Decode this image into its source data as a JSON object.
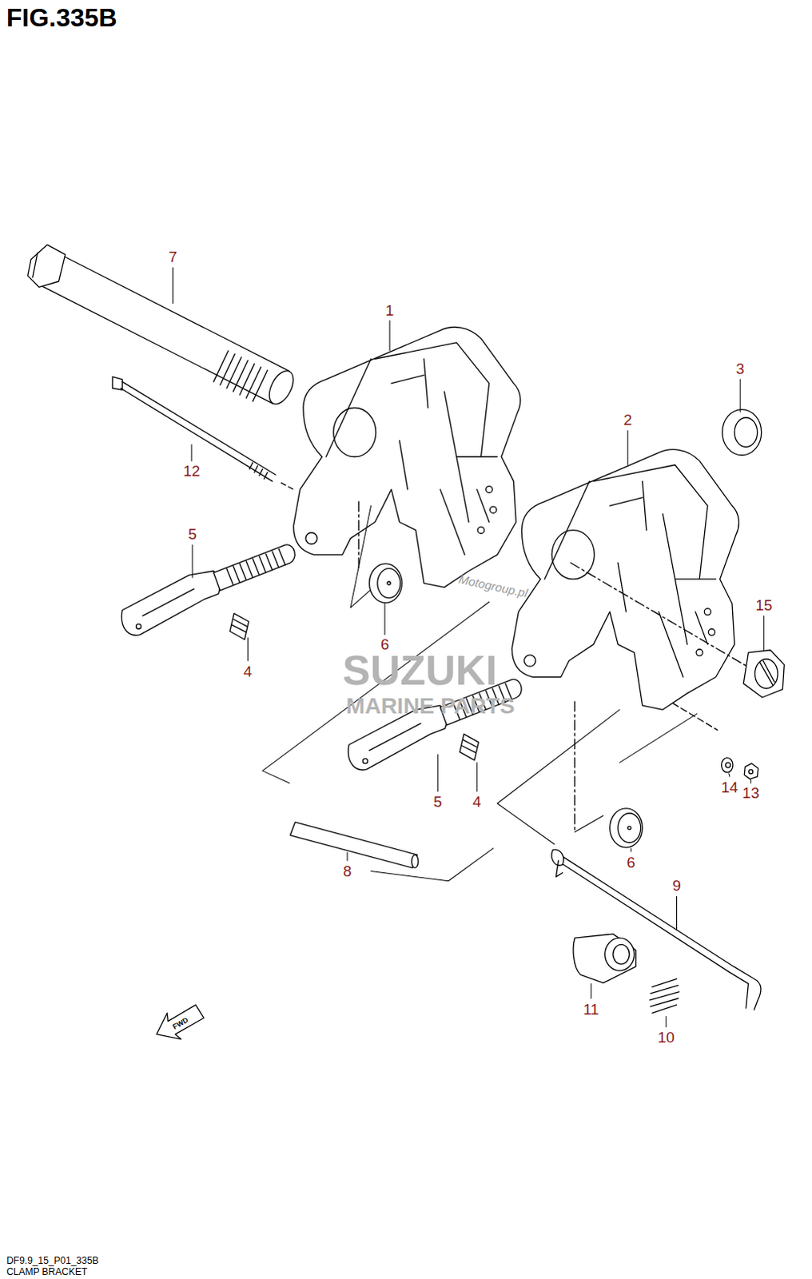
{
  "diagram": {
    "title": "FIG.335B",
    "labels": [
      "7",
      "1",
      "3",
      "2",
      "12",
      "5",
      "15",
      "Motogroup.pl",
      "6",
      "4",
      "SUZUKI",
      "MARINE PARTS",
      "5",
      "4",
      "14",
      "13",
      "6",
      "8",
      "9",
      "11",
      "10",
      "FWD",
      "DF9.9_15_P01_335B",
      "CLAMP BRACKET"
    ]
  }
}
